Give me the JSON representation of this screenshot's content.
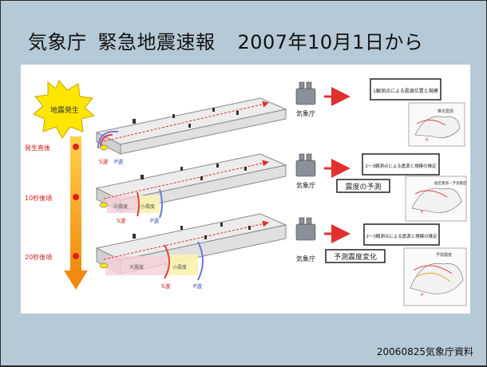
{
  "slide": {
    "title_agency": "気象庁",
    "title_main": "緊急地震速報",
    "title_date": "2007年10月1日から",
    "source_note": "20060825気象庁資料"
  },
  "figure": {
    "burst_label": "地震発生",
    "timeline": [
      "発生直後",
      "10秒後頃",
      "20秒後頃"
    ],
    "wave_labels": {
      "s": "S波",
      "p": "P波"
    },
    "intensity_labels": {
      "large": "大震度",
      "medium": "中震度",
      "small": "小震度"
    },
    "agency_label": "気象庁",
    "boxes": [
      "1観測点による震源位置と規模",
      "2～3観測点による震源と規模の推定",
      "2～3観測点による震源と規模の推定"
    ],
    "tags": [
      "震度の予測",
      "予測震度変化"
    ],
    "map_labels": [
      "推定震源",
      "推定震源・予測震度",
      "予測震度"
    ]
  },
  "colors": {
    "background": "#b6c9d6",
    "arrow_red": "#e03030",
    "timeline_orange": "#f0a21c",
    "burst_yellow": "#ffe600"
  }
}
